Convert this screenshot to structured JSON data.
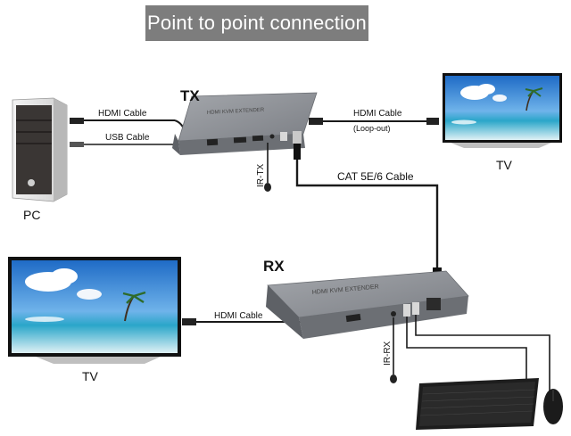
{
  "banner": {
    "title": "Point to point connection"
  },
  "labels": {
    "tx": "TX",
    "rx": "RX",
    "pc": "PC",
    "tv_top": "TV",
    "tv_bottom": "TV",
    "hdmi_pc": "HDMI Cable",
    "usb_pc": "USB Cable",
    "hdmi_loop": "HDMI Cable",
    "loop_out": "(Loop-out)",
    "cat_cable": "CAT 5E/6 Cable",
    "hdmi_rx": "HDMI Cable",
    "ir_tx": "IR-TX",
    "ir_rx": "IR-RX",
    "device_text": "HDMI KVM EXTENDER"
  },
  "colors": {
    "banner_bg": "#7d7d7d",
    "device_body": "#8a8d92",
    "device_front": "#6e7075",
    "cable": "#1a1a1a",
    "screen_sky": "#2f7fd0",
    "screen_sea": "#1fa3c7"
  }
}
